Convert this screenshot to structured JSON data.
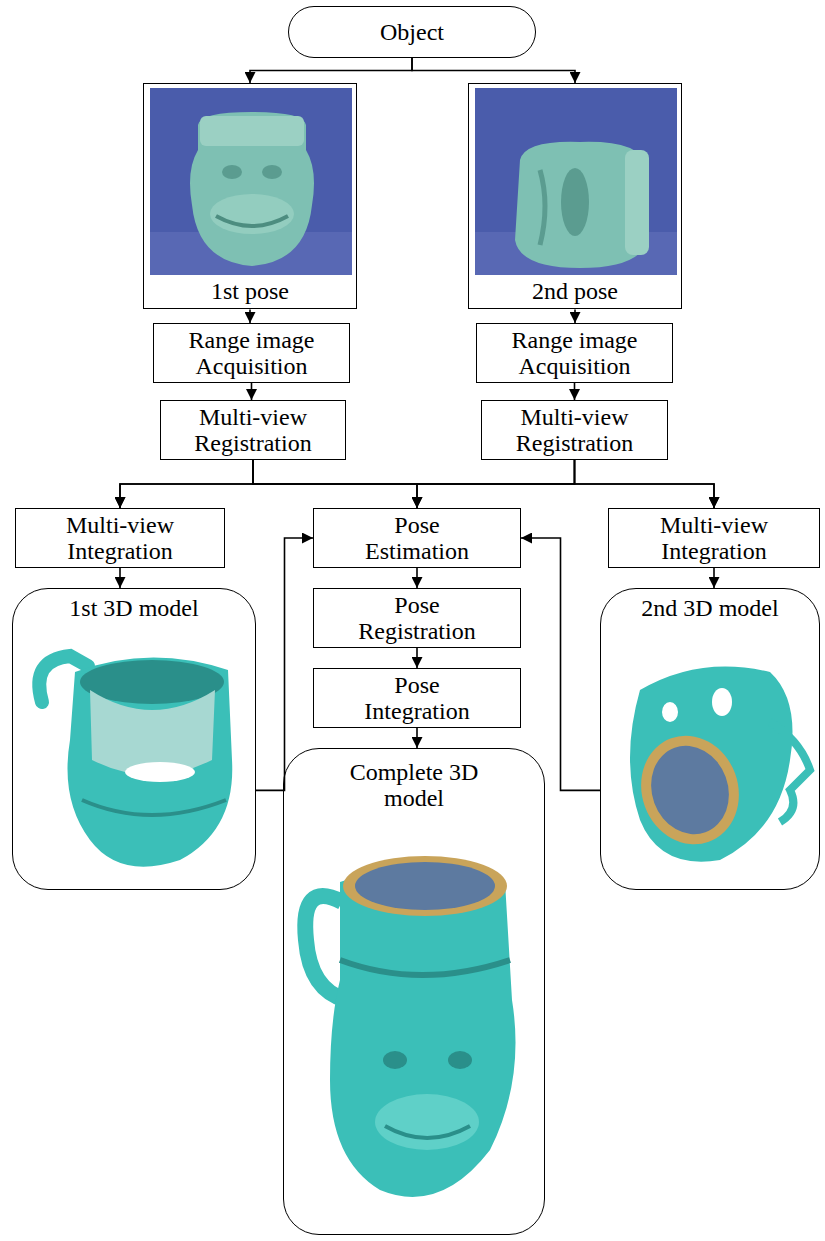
{
  "diagram": {
    "nodes": [
      {
        "text": [
          "Object"
        ]
      },
      {
        "text": [
          "1st pose"
        ]
      },
      {
        "text": [
          "2nd pose"
        ]
      },
      {
        "text": [
          "Range image Acquisition"
        ]
      },
      {
        "text": [
          "Range image Acquisition"
        ]
      },
      {
        "text": [
          "Multi-view Registration"
        ]
      },
      {
        "text": [
          "Multi-view Registration"
        ]
      },
      {
        "text": [
          "Multi-view Integration"
        ]
      },
      {
        "text": [
          "Pose Estimation"
        ]
      },
      {
        "text": [
          "Multi-view Integration"
        ]
      },
      {
        "text": [
          "1st 3D model"
        ]
      },
      {
        "text": [
          "Pose Registration"
        ]
      },
      {
        "text": [
          "2nd 3D model"
        ]
      },
      {
        "text": [
          "Pose Integration"
        ]
      },
      {
        "text": [
          "Complete 3D model"
        ]
      }
    ],
    "edges": [
      {
        "from": 0,
        "to": 1,
        "arrow": "to"
      },
      {
        "from": 0,
        "to": 2,
        "arrow": "to"
      },
      {
        "from": 1,
        "to": 3,
        "arrow": "to"
      },
      {
        "from": 2,
        "to": 4,
        "arrow": "to"
      },
      {
        "from": 3,
        "to": 5,
        "arrow": "to"
      },
      {
        "from": 4,
        "to": 6,
        "arrow": "to"
      },
      {
        "from": 5,
        "to": 7,
        "arrow": "to"
      },
      {
        "from": 5,
        "to": 8,
        "arrow": "to"
      },
      {
        "from": 5,
        "to": 9,
        "arrow": "to"
      },
      {
        "from": 6,
        "to": 7,
        "arrow": "to"
      },
      {
        "from": 6,
        "to": 8,
        "arrow": "to"
      },
      {
        "from": 6,
        "to": 9,
        "arrow": "to"
      },
      {
        "from": 7,
        "to": 10,
        "arrow": "to"
      },
      {
        "from": 9,
        "to": 12,
        "arrow": "to"
      },
      {
        "from": 10,
        "to": 8,
        "arrow": "to"
      },
      {
        "from": 12,
        "to": 8,
        "arrow": "to"
      },
      {
        "from": 8,
        "to": 11,
        "arrow": "to"
      },
      {
        "from": 11,
        "to": 13,
        "arrow": "to"
      },
      {
        "from": 13,
        "to": 14,
        "arrow": "to"
      }
    ]
  }
}
